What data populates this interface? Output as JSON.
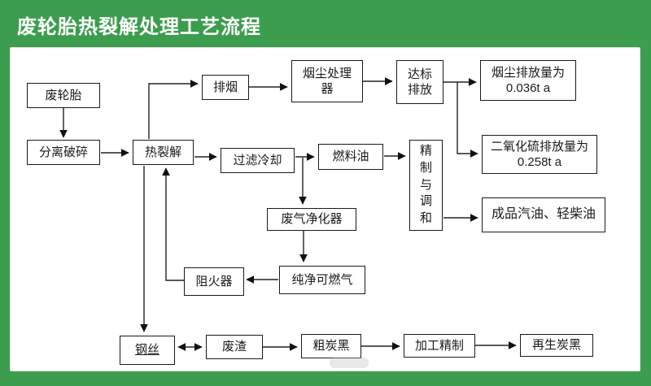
{
  "title": "废轮胎热裂解处理工艺流程",
  "colors": {
    "frame": "#3b9d4d",
    "panel": "#ffffff",
    "box_border": "#1a1a1a",
    "line": "#222222",
    "title_text": "#ffffff"
  },
  "nodes": [
    {
      "id": "waste-tire",
      "label": "废轮胎"
    },
    {
      "id": "separate-crush",
      "label": "分离破碎"
    },
    {
      "id": "pyrolysis",
      "label": "热裂解"
    },
    {
      "id": "smoke-exhaust",
      "label": "排烟"
    },
    {
      "id": "dust-processor",
      "label": "烟尘处理\n器"
    },
    {
      "id": "standard-discharge",
      "label": "达标\n排放"
    },
    {
      "id": "dust-emission",
      "label": "烟尘排放量为\n0.036t a"
    },
    {
      "id": "filter-cooling",
      "label": "过滤冷却"
    },
    {
      "id": "fuel-oil",
      "label": "燃料油"
    },
    {
      "id": "refine-blend",
      "label": "精\n制\n与\n调\n和"
    },
    {
      "id": "so2-emission",
      "label": "二氧化硫排放量为\n0.258t a"
    },
    {
      "id": "finished-oil",
      "label": "成品汽油、轻柴油"
    },
    {
      "id": "gas-purifier",
      "label": "废气净化器"
    },
    {
      "id": "flame-arrester",
      "label": "阻火器"
    },
    {
      "id": "pure-gas",
      "label": "纯净可燃气"
    },
    {
      "id": "steel-wire",
      "label": "钢丝"
    },
    {
      "id": "waste-residue",
      "label": "废渣"
    },
    {
      "id": "crude-carbon-black",
      "label": "粗炭黑"
    },
    {
      "id": "process-refine",
      "label": "加工精制"
    },
    {
      "id": "regen-carbon-black",
      "label": "再生炭黑"
    }
  ],
  "edges": [
    {
      "from": "废轮胎",
      "to": "分离破碎",
      "direction": "one-way"
    },
    {
      "from": "分离破碎",
      "to": "热裂解",
      "direction": "one-way"
    },
    {
      "from": "热裂解",
      "to": "排烟",
      "direction": "one-way"
    },
    {
      "from": "排烟",
      "to": "烟尘处理器",
      "direction": "one-way"
    },
    {
      "from": "烟尘处理器",
      "to": "达标排放",
      "direction": "one-way"
    },
    {
      "from": "达标排放",
      "to": "烟尘排放量为 0.036t a",
      "direction": "one-way"
    },
    {
      "from": "达标排放",
      "to": "二氧化硫排放量为 0.258t a",
      "direction": "one-way"
    },
    {
      "from": "热裂解",
      "to": "过滤冷却",
      "direction": "one-way"
    },
    {
      "from": "过滤冷却",
      "to": "燃料油",
      "direction": "one-way"
    },
    {
      "from": "过滤冷却",
      "to": "废气净化器",
      "direction": "one-way"
    },
    {
      "from": "燃料油",
      "to": "精制与调和",
      "direction": "one-way"
    },
    {
      "from": "精制与调和",
      "to": "成品汽油、轻柴油",
      "direction": "one-way"
    },
    {
      "from": "废气净化器",
      "to": "纯净可燃气",
      "direction": "one-way"
    },
    {
      "from": "纯净可燃气",
      "to": "阻火器",
      "direction": "one-way"
    },
    {
      "from": "阻火器",
      "to": "热裂解",
      "direction": "one-way"
    },
    {
      "from": "热裂解",
      "to": "钢丝",
      "direction": "one-way"
    },
    {
      "from": "钢丝",
      "to": "废渣",
      "direction": "two-way"
    },
    {
      "from": "废渣",
      "to": "粗炭黑",
      "direction": "one-way"
    },
    {
      "from": "粗炭黑",
      "to": "加工精制",
      "direction": "one-way"
    },
    {
      "from": "加工精制",
      "to": "再生炭黑",
      "direction": "one-way"
    }
  ]
}
